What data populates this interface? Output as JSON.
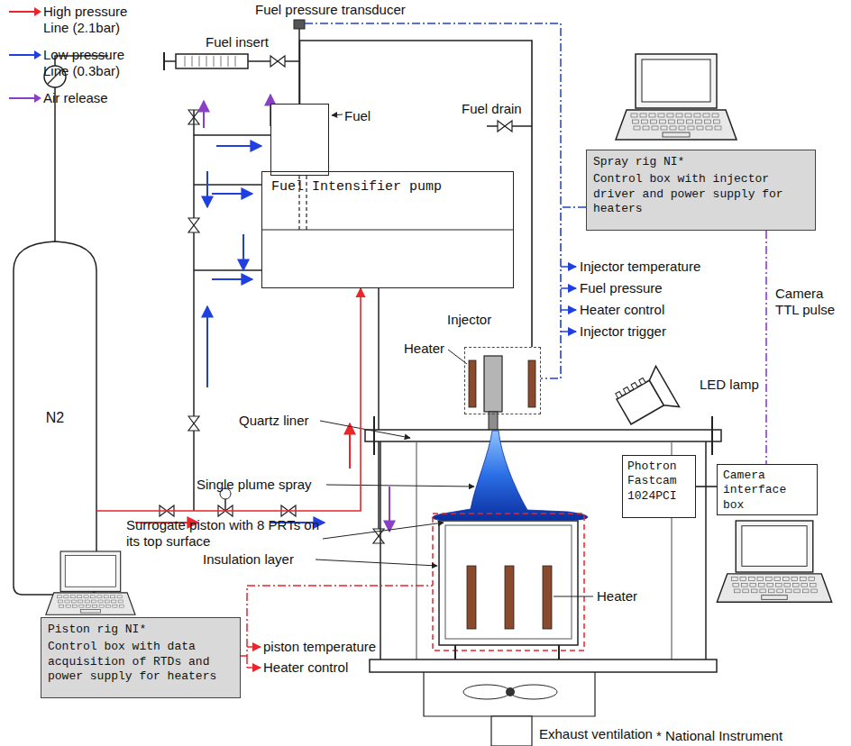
{
  "diagram": {
    "nodes": [
      {
        "text": [
          "N2"
        ]
      },
      {
        "text": [
          "Fuel"
        ]
      },
      {
        "text": [
          "Fuel Intensifier pump"
        ]
      },
      {
        "text": [
          "Spray rig NI*",
          "Control box with injector driver and power supply for heaters"
        ]
      },
      {
        "text": [
          "Injector"
        ]
      },
      {
        "text": [
          "Photron Fastcam 1024PCI"
        ]
      },
      {
        "text": [
          "Camera interface box"
        ]
      },
      {
        "text": [
          "Piston rig NI*",
          "Control box with data acquisition of RTDs and power supply for heaters"
        ]
      }
    ],
    "edges": [
      {
        "from": 0,
        "to": 2,
        "arrow": "to"
      },
      {
        "from": 1,
        "to": 4,
        "arrow": "none"
      },
      {
        "from": 3,
        "to": 4,
        "arrow": "none"
      },
      {
        "from": 3,
        "to": 6,
        "label": "Camera TTL pulse",
        "arrow": "none"
      },
      {
        "from": 5,
        "to": 6,
        "arrow": "none"
      }
    ],
    "labels": [
      "Fuel insert",
      "Fuel pressure transducer",
      "Fuel drain",
      "Injector temperature",
      "Fuel pressure",
      "Heater control",
      "Injector trigger",
      "Heater",
      "LED lamp",
      "Quartz liner",
      "Single plume spray",
      "Surrogate piston with 8 PRTs on its top surface",
      "Insulation layer",
      "Heater",
      "piston temperature",
      "Heater control",
      "Exhaust ventilation",
      "* National Instrument"
    ],
    "legend": [
      {
        "text": "High pressure Line (2.1bar)"
      },
      {
        "text": "Low pressure Line (0.3bar)"
      },
      {
        "text": "Air release"
      }
    ]
  }
}
